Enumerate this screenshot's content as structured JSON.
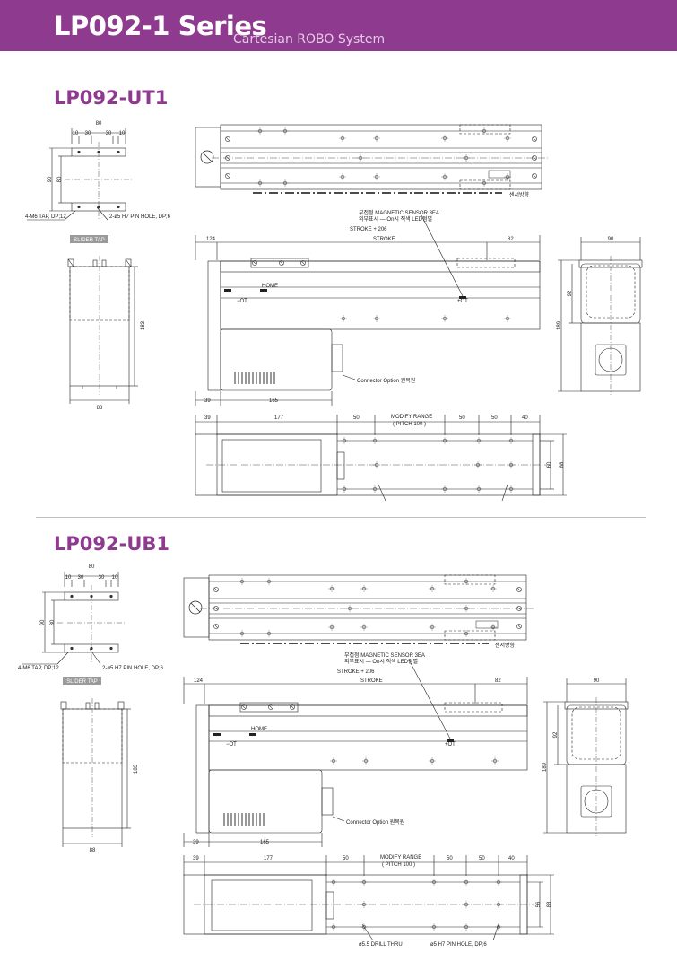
{
  "header": {
    "title": "LP092-1 Series",
    "subtitle": "Cartesian ROBO System"
  },
  "sections": [
    {
      "title": "LP092-UT1",
      "dims": {
        "top_80": "80",
        "d10a": "10",
        "d30a": "30",
        "d30b": "30",
        "d10b": "10",
        "h90": "90",
        "h80": "80",
        "tap": "4-M6 TAP, DP;12",
        "pin": "2-ø5 H7 PIN HOLE, DP;6",
        "slider_tap": "SLIDER TAP",
        "h183": "183",
        "w88": "88",
        "sensor_dir": "센서방향",
        "mag": "부접점 MAGNETIC SENSOR 3EA",
        "mag2": "외부표시 — On시 적색 LED점멸",
        "stroke206": "STROKE + 206",
        "d124": "124",
        "stroke": "STROKE",
        "d82": "82",
        "home": "HOME",
        "minus_ot": "−OT",
        "plus_ot": "+OT",
        "connector": "Connector Option 원목원",
        "d39": "39",
        "d165": "165",
        "r90": "90",
        "r92": "92",
        "r189": "189",
        "b39": "39",
        "b177": "177",
        "b50a": "50",
        "modify": "MODIFY RANGE",
        "pitch": "( PITCH 100 )",
        "b50b": "50",
        "b50c": "50",
        "b40": "40",
        "b60": "60",
        "b88": "88"
      }
    },
    {
      "title": "LP092-UB1",
      "dims": {
        "top_80": "80",
        "d10a": "10",
        "d30a": "30",
        "d30b": "30",
        "d10b": "10",
        "h90": "90",
        "h80": "80",
        "tap": "4-M6 TAP, DP;12",
        "pin": "2-ø5 H7 PIN HOLE, DP;6",
        "slider_tap": "SLIDER TAP",
        "h183": "183",
        "w88": "88",
        "sensor_dir": "센서방향",
        "mag": "부접점 MAGNETIC SENSOR 3EA",
        "mag2": "외부표시 — On시 적색 LED점멸",
        "stroke206": "STROKE + 206",
        "d124": "124",
        "stroke": "STROKE",
        "d82": "82",
        "home": "HOME",
        "minus_ot": "−OT",
        "plus_ot": "+OT",
        "connector": "Connector Option 원목원",
        "d39": "39",
        "d165": "165",
        "r90": "90",
        "r92": "92",
        "r189": "189",
        "b39": "39",
        "b177": "177",
        "b50a": "50",
        "modify": "MODIFY RANGE",
        "pitch": "( PITCH 100 )",
        "b50b": "50",
        "b50c": "50",
        "b40": "40",
        "b56": "56",
        "b88": "88",
        "drill": "ø5.5 DRILL THRU",
        "pinhole": "ø5 H7 PIN HOLE, DP;6"
      }
    }
  ]
}
